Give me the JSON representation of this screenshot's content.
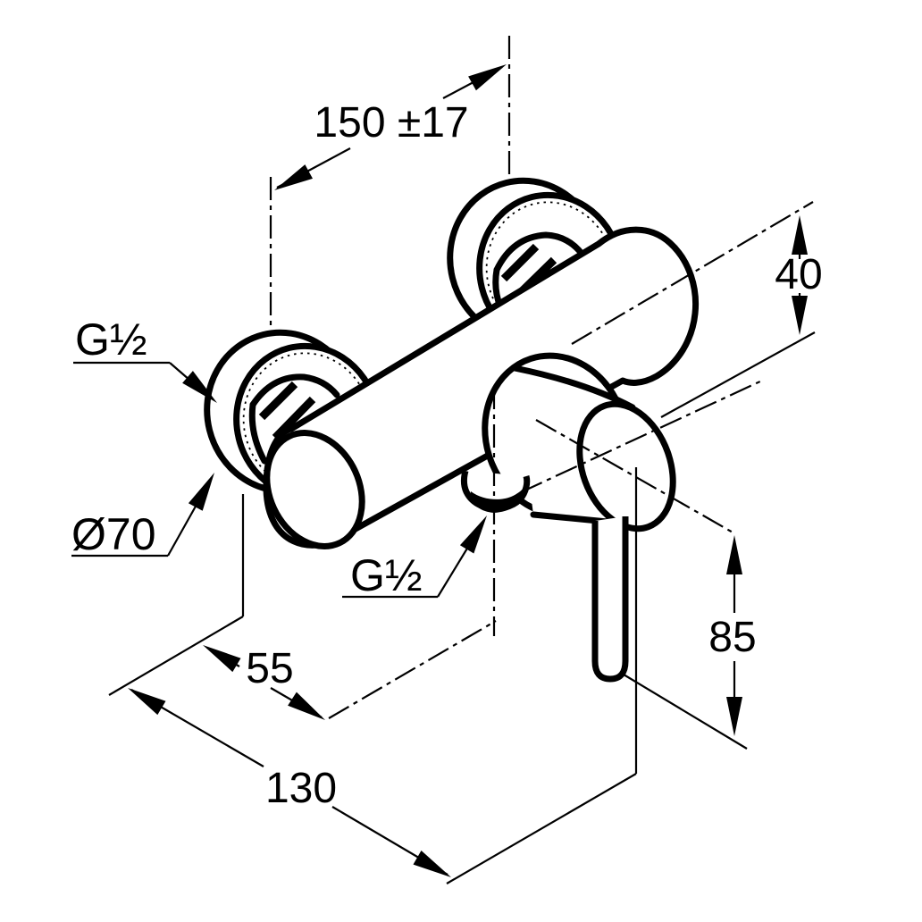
{
  "page": {
    "background": "#ffffff",
    "line_color": "#000000"
  },
  "drawing": {
    "type": "technical-dimension-drawing",
    "view": "isometric",
    "dimensions": {
      "center_distance": "150 ±17",
      "body_depth": "40",
      "flange_diameter": "Ø70",
      "thread_top": "G½",
      "thread_bottom": "G½",
      "outlet_offset": "55",
      "lever_height": "85",
      "overall_width": "130"
    }
  }
}
